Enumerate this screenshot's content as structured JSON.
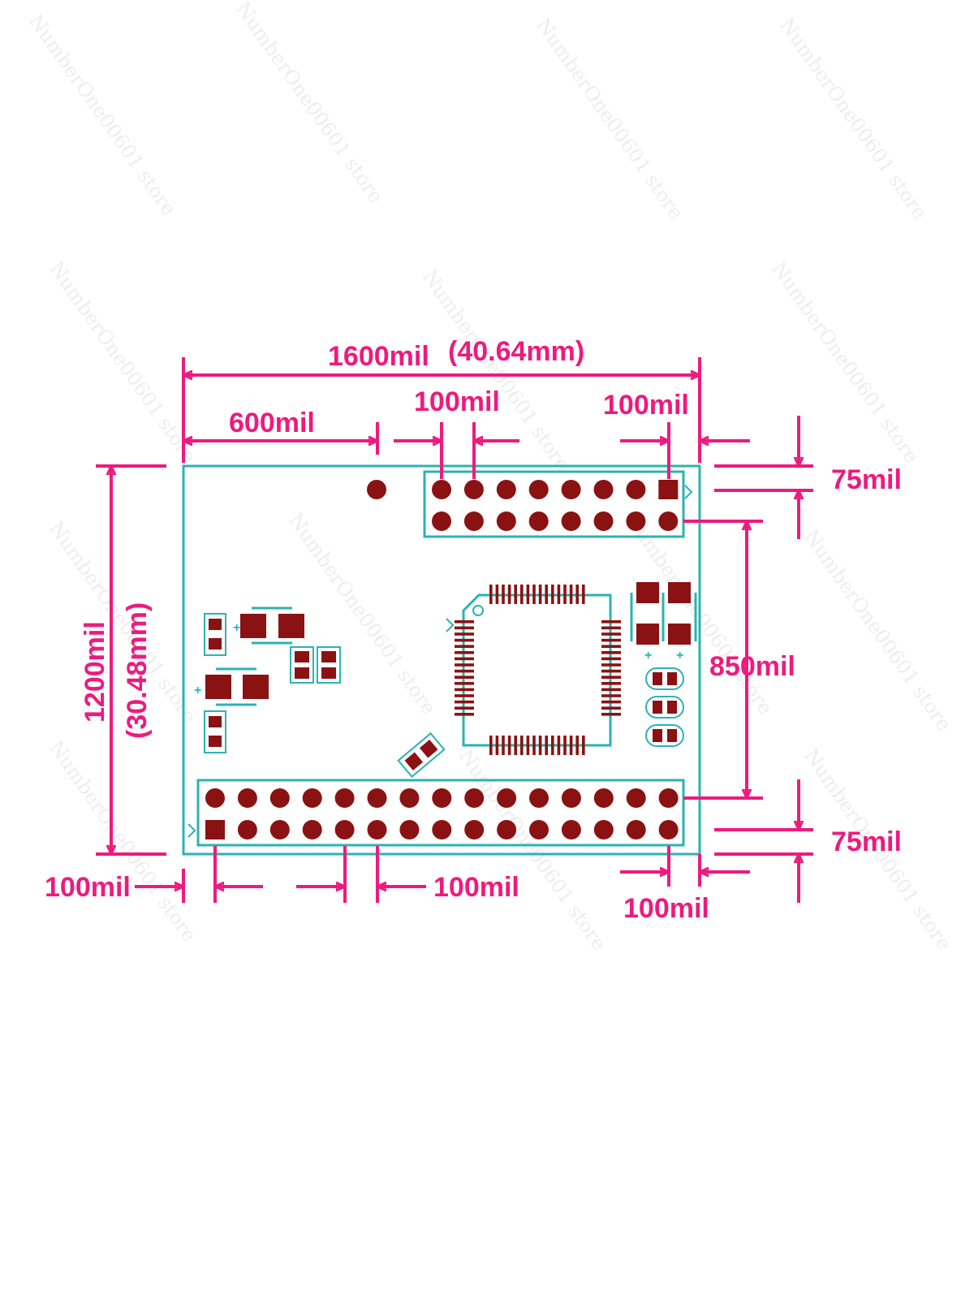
{
  "colors": {
    "dimension": "#ee1a7e",
    "outline": "#2bb3b1",
    "pad": "#8b1212",
    "background": "#ffffff",
    "watermark": "#d9d9d9"
  },
  "dimensions": {
    "width_mil": "1600mil",
    "width_mm": "(40.64mm)",
    "left_offset": "600mil",
    "top_pitch": "100mil",
    "top_right_margin": "100mil",
    "top_edge_margin": "75mil",
    "height_mil": "1200mil",
    "height_mm": "(30.48mm)",
    "header_spacing": "850mil",
    "bottom_edge_margin": "75mil",
    "bottom_left_margin": "100mil",
    "bottom_pitch": "100mil",
    "bottom_right_margin": "100mil"
  },
  "watermark": {
    "text": "NumberOne00601 store"
  },
  "headers": {
    "top": {
      "columns": 8,
      "rows": 2
    },
    "bottom": {
      "columns": 15,
      "rows": 2
    }
  }
}
